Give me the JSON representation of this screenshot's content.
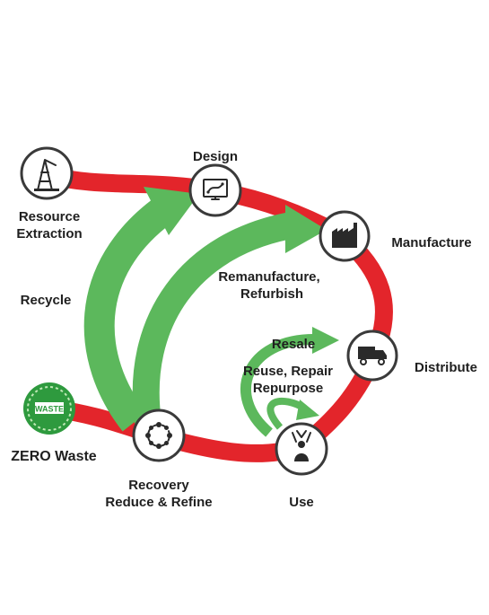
{
  "colors": {
    "linear_flow": "#e3252b",
    "circular_flow": "#5cb85c",
    "zero_waste_badge": "#2e9a3e",
    "node_border": "#3a3a3a",
    "text": "#1f1f1f"
  },
  "nodes": {
    "resource_extraction": {
      "label_line1": "Resource",
      "label_line2": "Extraction",
      "icon": "oil-rig-icon"
    },
    "design": {
      "label": "Design",
      "icon": "monitor-design-icon"
    },
    "manufacture": {
      "label": "Manufacture",
      "icon": "factory-icon"
    },
    "distribute": {
      "label": "Distribute",
      "icon": "truck-icon"
    },
    "use": {
      "label": "Use",
      "icon": "person-hands-icon"
    },
    "recovery": {
      "label_line1": "Recovery",
      "label_line2": "Reduce & Refine",
      "icon": "circular-dots-icon"
    },
    "zero_waste": {
      "label": "ZERO Waste",
      "badge_text": "WASTE",
      "icon": "zero-waste-badge-icon"
    }
  },
  "flows": {
    "recycle": "Recycle",
    "remanufacture_line1": "Remanufacture,",
    "remanufacture_line2": "Refurbish",
    "resale": "Resale",
    "reuse_line1": "Reuse, Repair",
    "reuse_line2": "Repurpose"
  }
}
